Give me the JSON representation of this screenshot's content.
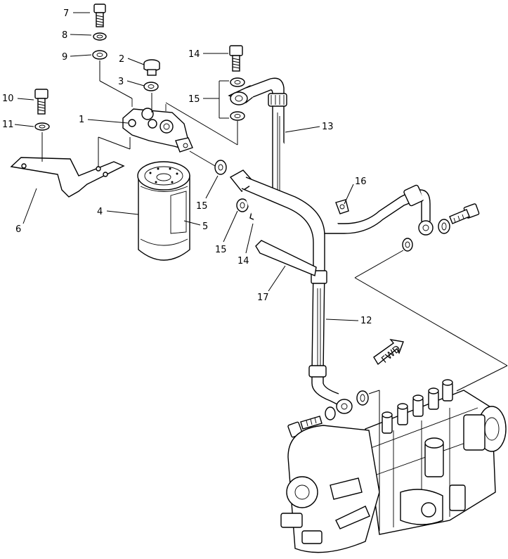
{
  "callouts": {
    "n1": "1",
    "n2": "2",
    "n3": "3",
    "n4": "4",
    "n5": "5",
    "n6": "6",
    "n7": "7",
    "n8": "8",
    "n9": "9",
    "n10": "10",
    "n11": "11",
    "n12": "12",
    "n13": "13",
    "n14a": "14",
    "n14b": "14",
    "n15a": "15",
    "n15b": "15",
    "n15c": "15",
    "n16": "16",
    "n17": "17"
  },
  "fwd_label": "FWD"
}
